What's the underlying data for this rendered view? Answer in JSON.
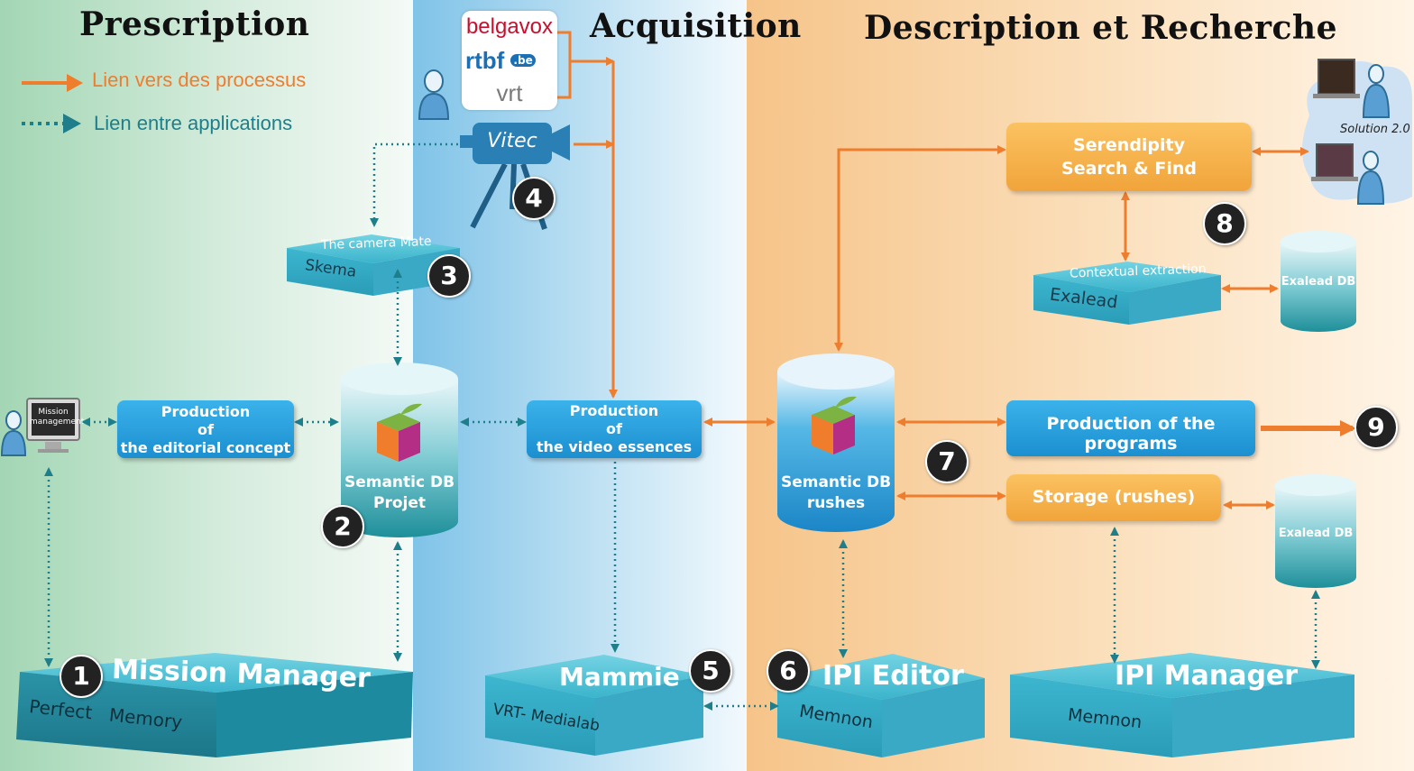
{
  "sections": {
    "prescription": "Prescription",
    "acquisition": "Acquisition",
    "description": "Description et Recherche"
  },
  "legend": {
    "process_link": "Lien vers des processus",
    "app_link": "Lien entre applications"
  },
  "logos": {
    "belgavox": "belgavox",
    "rtbf": "rtbf",
    "rtbf_suffix": ".be",
    "vrt": "vrt"
  },
  "nodes": {
    "mission_monitor": "Mission management",
    "editorial": [
      "Production",
      "of",
      "the editorial concept"
    ],
    "semantic_db_projet": [
      "Semantic DB",
      "Projet"
    ],
    "camera_mate": {
      "top": "The camera Mate",
      "side": "Skema"
    },
    "vitec": "Vitec",
    "video_essences": [
      "Production",
      "of",
      "the video essences"
    ],
    "semantic_db_rushes": [
      "Semantic DB",
      "rushes"
    ],
    "serendipity": [
      "Serendipity",
      "Search & Find"
    ],
    "solution": "Solution 2.0",
    "exalead_box": {
      "top": "Contextual extraction",
      "side": "Exalead"
    },
    "exalead_db_1": "Exalead DB",
    "programs": "Production of the programs",
    "storage": "Storage (rushes)",
    "exalead_db_2": "Exalead DB",
    "mission_manager": {
      "top": "Mission Manager",
      "side": "Perfect   Memory"
    },
    "mammie": {
      "top": "Mammie",
      "side": "VRT- Medialab"
    },
    "ipi_editor": {
      "top": "IPI Editor",
      "side": "Memnon"
    },
    "ipi_manager": {
      "top": "IPI Manager",
      "side": "Memnon"
    }
  },
  "numbers": [
    "1",
    "2",
    "3",
    "4",
    "5",
    "6",
    "7",
    "8",
    "9"
  ],
  "colors": {
    "process_arrow": "#ee7d2e",
    "app_arrow": "#1e7f8a",
    "box_blue": "#2aa3e2",
    "box_orange": "#f6b04b",
    "cylinder_teal": "#2a9fa8"
  }
}
